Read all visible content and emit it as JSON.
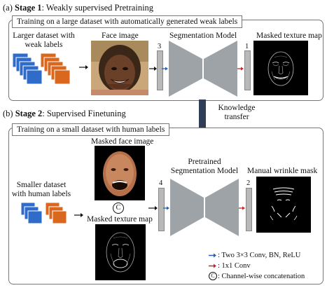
{
  "stage1": {
    "heading_prefix": "(a) ",
    "heading_bold": "Stage 1",
    "heading_rest": ": Weakly supervised Pretraining",
    "banner": "Training on a large dataset with automatically generated weak labels",
    "dataset_label": "Larger dataset with weak labels",
    "face_label": "Face image",
    "model_label": "Segmentation Model",
    "output_label": "Masked texture map",
    "in_channels": "3",
    "out_channels": "1"
  },
  "transfer": {
    "label": "Knowledge transfer"
  },
  "stage2": {
    "heading_prefix": "(b) ",
    "heading_bold": "Stage 2",
    "heading_rest": ": Supervised Finetuning",
    "banner": "Training on a small dataset with human labels",
    "dataset_label": "Smaller dataset with human labels",
    "masked_face_label": "Masked face image",
    "concat_symbol": "C",
    "texture_label": "Masked texture map",
    "model_label": "Pretrained Segmentation Model",
    "output_label": "Manual wrinkle mask",
    "in_channels": "4",
    "out_channels": "2"
  },
  "legend": {
    "items": [
      {
        "symbol": "blue-arrow",
        "text": ": Two 3×3 Conv, BN, ReLU",
        "color": "#2b5fb4"
      },
      {
        "symbol": "red-arrow",
        "text": ": 1x1 Conv",
        "color": "#c0282a"
      },
      {
        "symbol": "concat-circle",
        "text": ": Channel-wise concatenation"
      }
    ]
  },
  "colors": {
    "tile_blue": "#2f6bc8",
    "tile_orange": "#d9681e",
    "model_gray": "#9ea3a8",
    "bar_gray": "#b9b9b9",
    "transfer_arrow": "#2f3d57"
  }
}
